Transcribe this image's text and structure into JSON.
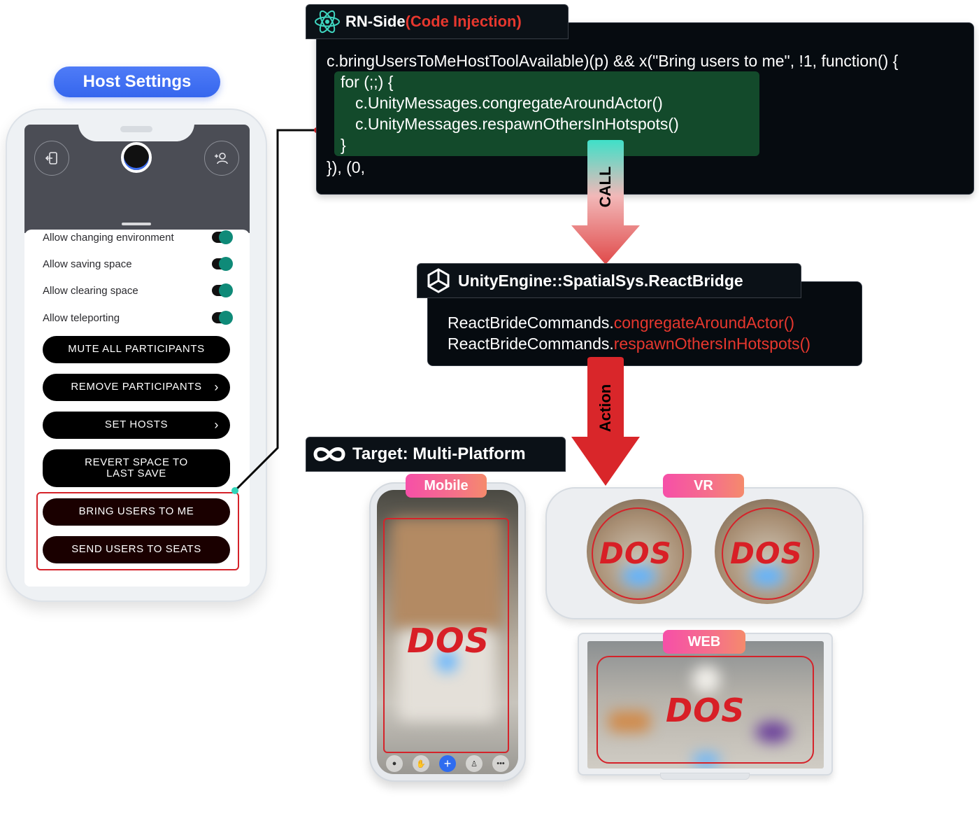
{
  "host_settings": {
    "title": "Host Settings",
    "toggles": [
      {
        "label": "Allow changing environment",
        "on": true
      },
      {
        "label": "Allow saving space",
        "on": true
      },
      {
        "label": "Allow clearing space",
        "on": true
      },
      {
        "label": "Allow teleporting",
        "on": true
      }
    ],
    "buttons": [
      {
        "label": "MUTE ALL PARTICIPANTS",
        "chevron": false
      },
      {
        "label": "REMOVE PARTICIPANTS",
        "chevron": true
      },
      {
        "label": "SET HOSTS",
        "chevron": true
      },
      {
        "label": "REVERT SPACE TO LAST SAVE",
        "chevron": false
      },
      {
        "label": "BRING USERS TO ME",
        "chevron": false
      },
      {
        "label": "SEND USERS TO SEATS",
        "chevron": false
      }
    ],
    "icons": [
      "exit-icon",
      "add-person-icon"
    ]
  },
  "rn_side": {
    "title": "RN-Side",
    "title_suffix": "(Code Injection)",
    "code": [
      "c.bringUsersToMeHostToolAvailable)(p) && x(\"Bring users to me\", !1, function() {",
      "for (;;) {",
      "c.UnityMessages.congregateAroundActor()",
      "c.UnityMessages.respawnOthersInHotspots()",
      "}",
      "}), (0,"
    ]
  },
  "arrows": {
    "call": "CALL",
    "action": "Action"
  },
  "unity": {
    "title": "UnityEngine::SpatialSys.ReactBridge",
    "lines": [
      {
        "prefix": "ReactBrideCommands.",
        "method": "congregateAroundActor()"
      },
      {
        "prefix": "ReactBrideCommands.",
        "method": "respawnOthersInHotspots()"
      }
    ]
  },
  "target": {
    "title": "Target: Multi-Platform",
    "platforms": {
      "mobile": "Mobile",
      "vr": "VR",
      "web": "WEB"
    },
    "dos": "DOS"
  },
  "colors": {
    "accent_blue": "#3566ee",
    "code_bg": "#060b10",
    "code_highlight": "#134a2b",
    "danger_red": "#d81f26",
    "toggle_teal": "#0f8a78",
    "label_pink": "#f64fa8"
  }
}
